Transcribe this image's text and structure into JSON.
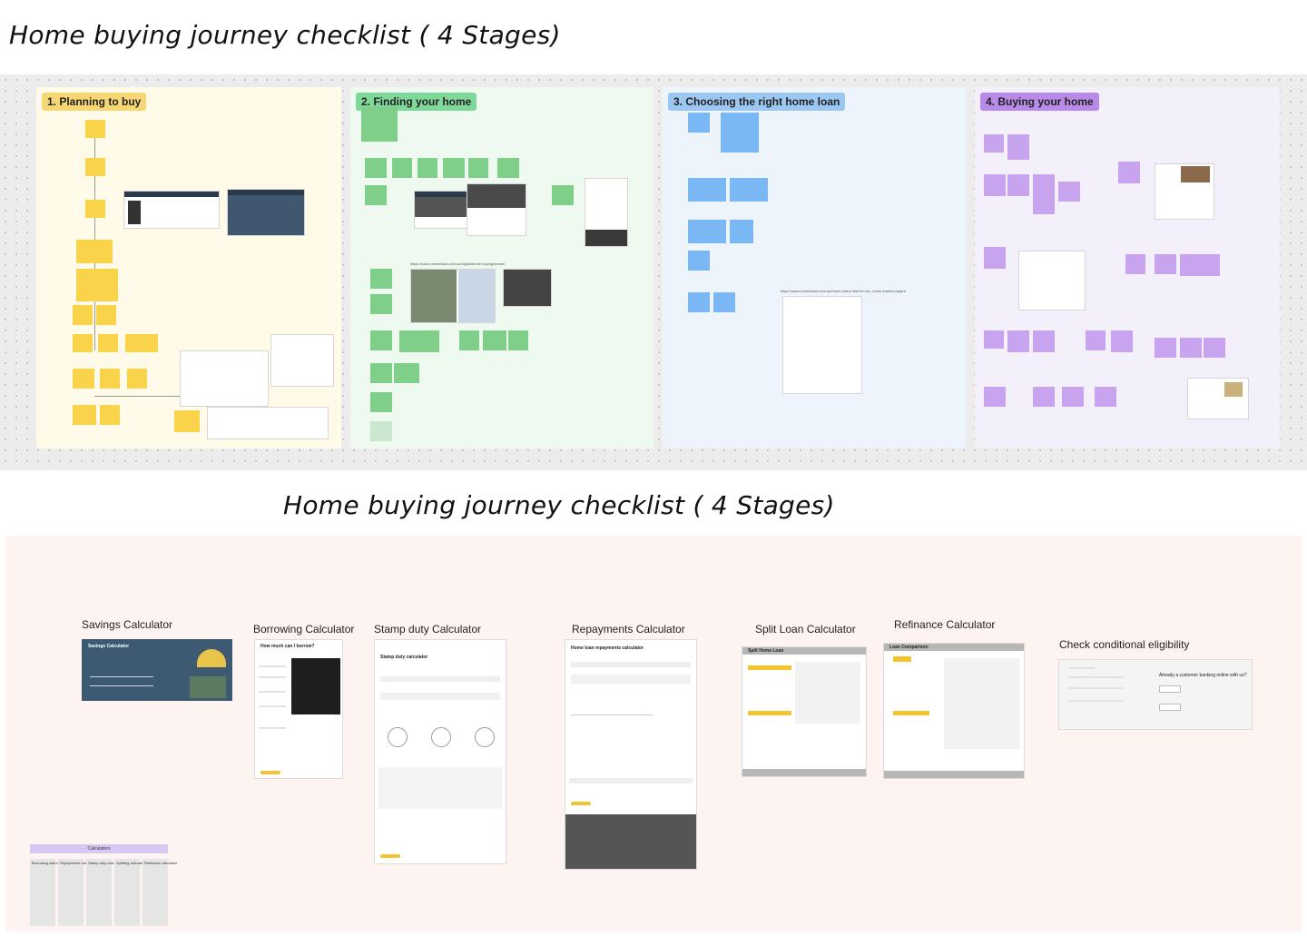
{
  "header": {
    "title_top": "Home buying journey checklist ( 4 Stages)",
    "title_lower": "Home buying journey checklist ( 4 Stages)"
  },
  "stages": [
    {
      "label": "1. Planning to buy",
      "bg": "#fffbe8",
      "tag": "#f7d774",
      "sticky": "#f9d44a"
    },
    {
      "label": "2. Finding your home",
      "bg": "#eefaf0",
      "tag": "#7fd89a",
      "sticky": "#7fcf8b"
    },
    {
      "label": "3. Choosing the right home loan",
      "bg": "#eef4fb",
      "tag": "#9cc7f2",
      "sticky": "#79b7f5"
    },
    {
      "label": "4. Buying your home",
      "bg": "#f3effb",
      "tag": "#b88be8",
      "sticky": "#c9a4ee"
    }
  ],
  "urls": {
    "search": "https://www.commbank.com.au/digital/home-buying/search",
    "loans": "https://www.commbank.com.au/home-loans.html?ei=mv_home-loan#compare"
  },
  "calculators": [
    {
      "label": "Savings Calculator",
      "heading": "Savings Calculator"
    },
    {
      "label": "Borrowing Calculator",
      "heading": "How much can I borrow?"
    },
    {
      "label": "Stamp duty Calculator",
      "heading": "Stamp duty calculator"
    },
    {
      "label": "Repayments Calculator",
      "heading": "Home loan repayments calculator"
    },
    {
      "label": "Split Loan Calculator",
      "heading": "Split Home Loan"
    },
    {
      "label": "Refinance Calculator",
      "heading": "Loan Comparison"
    },
    {
      "label": "Check conditional eligibility",
      "heading": "Already a customer banking online with us?"
    }
  ],
  "calc_table": {
    "title": "Calculators",
    "columns": [
      "Borrowing calculator",
      "Repayments calculator",
      "Stamp duty calculator",
      "Splitting calculator",
      "Refinance calculator"
    ]
  },
  "colors": {
    "accent_yellow": "#f4c430",
    "board_bg": "#ececec",
    "lower_bg": "#fdf3f1"
  }
}
